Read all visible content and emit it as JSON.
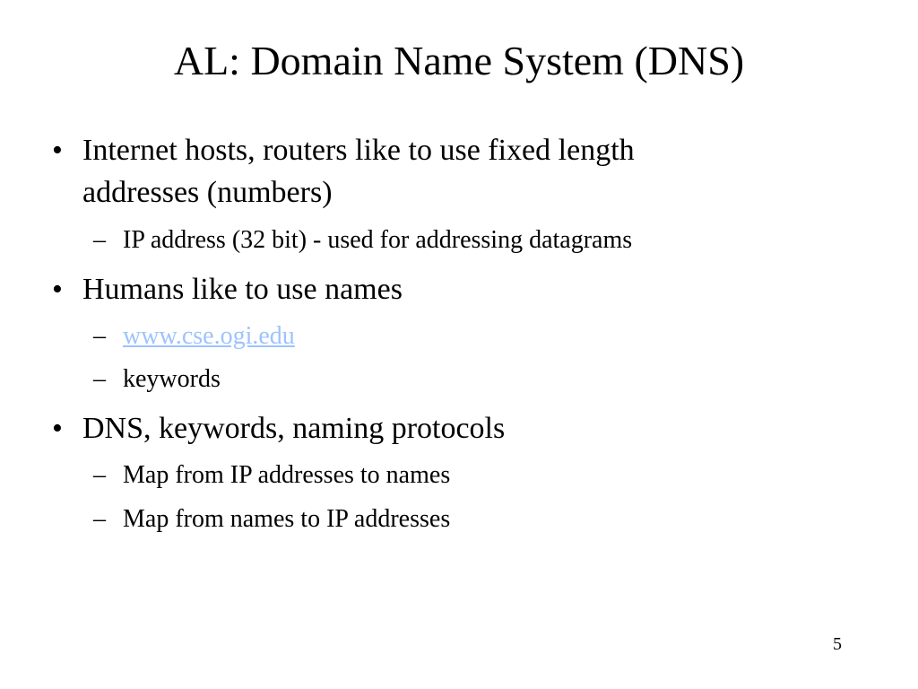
{
  "slide": {
    "title": "AL: Domain Name System (DNS)",
    "page_number": "5",
    "bullets": {
      "b1": {
        "text_line1": "Internet hosts, routers like to use fixed length",
        "text_line2": "addresses (numbers)",
        "sub": [
          "IP address (32 bit) - used for addressing datagrams"
        ]
      },
      "b2": {
        "text": "Humans like to use names",
        "sub": [
          "www.cse.ogi.edu",
          "keywords"
        ]
      },
      "b3": {
        "text": "DNS, keywords, naming protocols",
        "sub": [
          "Map from IP addresses to names",
          "Map from names to IP addresses"
        ]
      }
    }
  },
  "colors": {
    "text": "#000000",
    "link": "#9dc3ff",
    "background": "#ffffff"
  },
  "symbols": {
    "bullet": "•",
    "dash": "–"
  }
}
